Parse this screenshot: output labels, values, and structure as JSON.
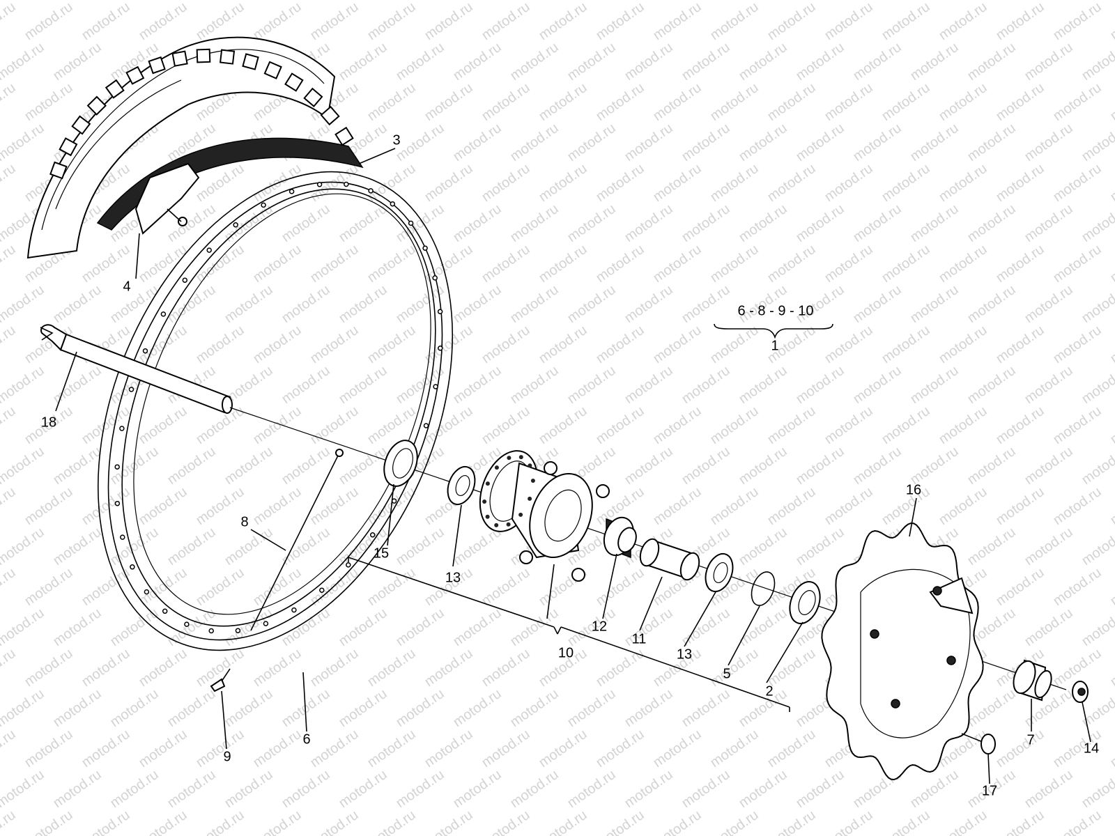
{
  "watermark": "motod.ru",
  "group_title": "6 - 8 - 9 - 10",
  "group_number": "1",
  "labels": {
    "l2": "2",
    "l3": "3",
    "l4": "4",
    "l5": "5",
    "l6": "6",
    "l7": "7",
    "l8": "8",
    "l9": "9",
    "l10": "10",
    "l11": "11",
    "l12": "12",
    "l13a": "13",
    "l13b": "13",
    "l14": "14",
    "l15": "15",
    "l16": "16",
    "l17": "17",
    "l18": "18"
  }
}
